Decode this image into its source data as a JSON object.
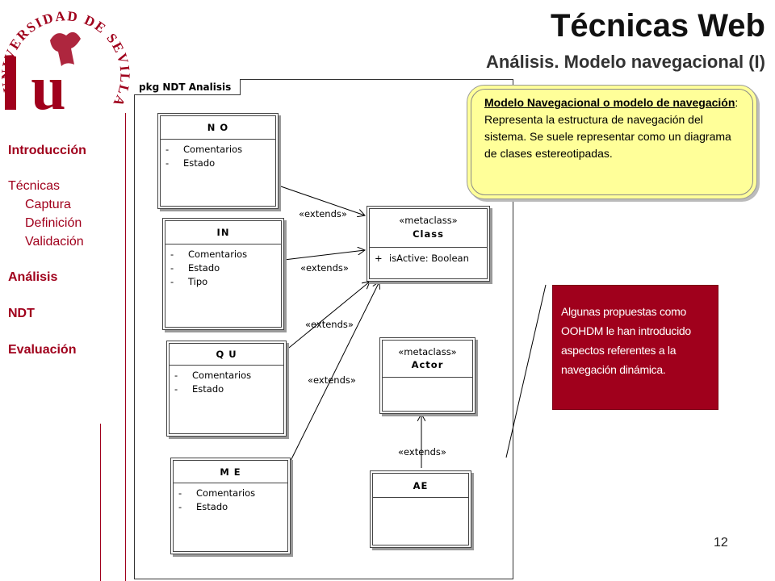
{
  "header": {
    "title": "Técnicas Web",
    "subtitle": "Análisis. Modelo navegacional (I)"
  },
  "logo": {
    "arc_text": "UNIVERSIDAD DE SEVILLA",
    "letter": "u",
    "color": "#a0001c"
  },
  "nav": {
    "introduccion": "Introducción",
    "tecnicas": "Técnicas",
    "captura": "Captura",
    "definicion": "Definición",
    "validacion": "Validación",
    "analisis": "Análisis",
    "ndt": "NDT",
    "evaluacion": "Evaluación"
  },
  "diagram": {
    "package_label": "pkg NDT Analisis",
    "classes": {
      "no": {
        "name": "N O",
        "attrs": [
          "Comentarios",
          "Estado"
        ]
      },
      "in": {
        "name": "IN",
        "attrs": [
          "Comentarios",
          "Estado",
          "Tipo"
        ]
      },
      "qu": {
        "name": "Q U",
        "attrs": [
          "Comentarios",
          "Estado"
        ]
      },
      "me": {
        "name": "M E",
        "attrs": [
          "Comentarios",
          "Estado"
        ]
      },
      "class": {
        "stereotype": "«metaclass»",
        "name": "Class",
        "attr_vis": "+",
        "attr": "isActive:  Boolean"
      },
      "actor": {
        "stereotype": "«metaclass»",
        "name": "Actor"
      },
      "ae": {
        "name": "AE"
      }
    },
    "extends_label": "«extends»",
    "attr_prefix": "-"
  },
  "note": {
    "bold": "Modelo Navegacional o modelo de navegación",
    "text": ": Representa la estructura de navegación del sistema. Se suele representar como un diagrama de clases estereotipadas."
  },
  "red_box": {
    "text": "Algunas propuestas como OOHDM le han introducido aspectos referentes a la navegación dinámica."
  },
  "page_number": "12",
  "colors": {
    "accent": "#a0001c",
    "note_bg": "#ffff99"
  }
}
